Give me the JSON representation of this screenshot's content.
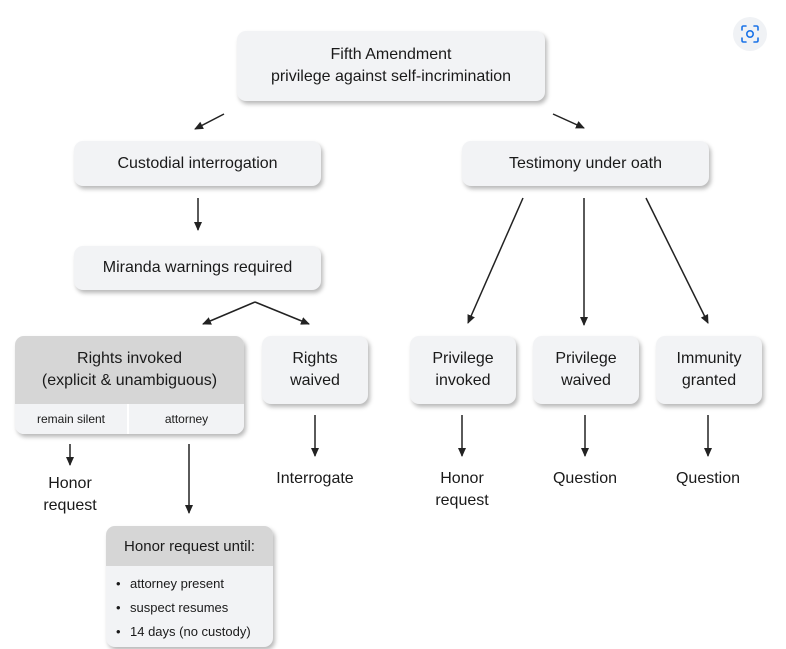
{
  "nodes": {
    "fifth_amendment": [
      "Fifth Amendment",
      "privilege against self-incrimination"
    ],
    "custodial": "Custodial interrogation",
    "testimony": "Testimony under oath",
    "miranda": "Miranda warnings required",
    "rights_invoked": {
      "title": [
        "Rights invoked",
        "(explicit & unambiguous)"
      ],
      "options": [
        "remain silent",
        "attorney"
      ]
    },
    "rights_waived": [
      "Rights",
      "waived"
    ],
    "privilege_invoked": [
      "Privilege",
      "invoked"
    ],
    "privilege_waived": [
      "Privilege",
      "waived"
    ],
    "immunity_granted": [
      "Immunity",
      "granted"
    ],
    "honor_until": {
      "title": "Honor request until:",
      "items": [
        "attorney present",
        "suspect resumes",
        "14 days (no custody)"
      ]
    }
  },
  "outcomes": {
    "honor_request_silent": [
      "Honor",
      "request"
    ],
    "interrogate": "Interrogate",
    "honor_request_privilege": [
      "Honor",
      "request"
    ],
    "question_waived": "Question",
    "question_immunity": "Question"
  },
  "icons": {
    "scan": "visual-search-icon"
  },
  "colors": {
    "node_fill": "#f2f3f5",
    "header_fill": "#d6d6d6",
    "arrow": "#222222"
  }
}
